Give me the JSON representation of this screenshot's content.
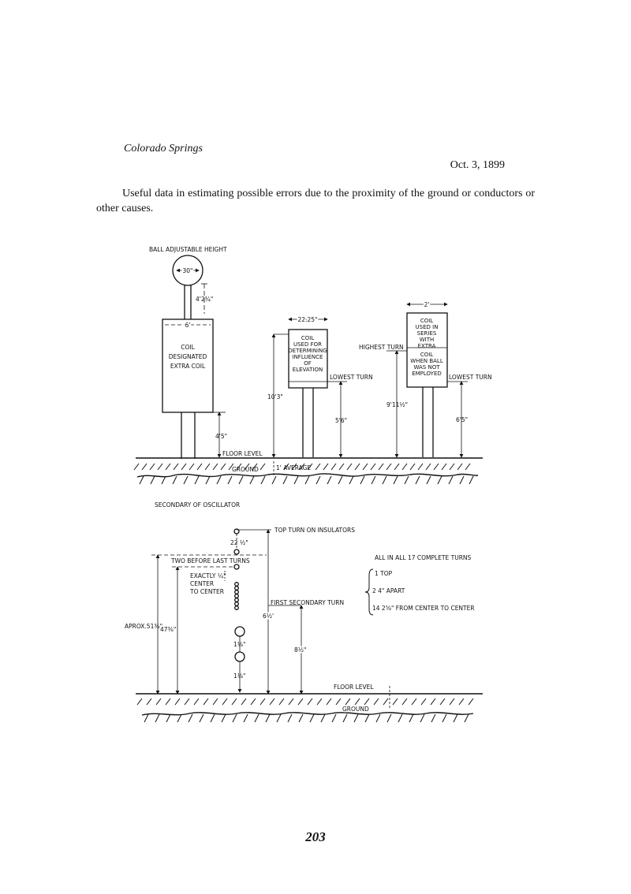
{
  "header": {
    "place": "Colorado Springs",
    "date": "Oct. 3, 1899"
  },
  "intro": "Useful data in estimating possible errors due to the proximity of the ground or conductors or other causes.",
  "figure_top": {
    "ball_adjustable_height": "BALL ADJUSTABLE HEIGHT",
    "ball_diameter": "30\"",
    "ball_gap": "4'2¾\"",
    "coil_width": "6'",
    "coil_left_lines": [
      "COIL",
      "DESIGNATED",
      "EXTRA COIL"
    ],
    "coil_left_leg_height": "4'5\"",
    "floor_level": "FLOOR LEVEL",
    "ground": "GROUND",
    "average": "1' AVERAGE",
    "total_height": "10'3\"",
    "coil_mid_width": "22.25\"",
    "coil_mid_lines": [
      "COIL",
      "USED FOR",
      "DETERMINING",
      "INFLUENCE",
      "OF",
      "ELEVATION"
    ],
    "lowest_turn_mid": "LOWEST TURN",
    "mid_height": "5'6\"",
    "highest_turn": "HIGHEST TURN",
    "coil_right_width": "2'",
    "coil_right_top_lines": [
      "COIL",
      "USED IN",
      "SERIES",
      "WITH",
      "EXTRA"
    ],
    "coil_right_bottom_lines": [
      "COIL",
      "WHEN BALL",
      "WAS NOT",
      "EMPLOYED"
    ],
    "lowest_turn_right": "LOWEST TURN",
    "right_highest_height": "9'11½\"",
    "right_lowest_height": "6'5\""
  },
  "figure_bottom": {
    "title": "SECONDARY OF OSCILLATOR",
    "top_turn": "TOP TURN ON INSULATORS",
    "gap_top": "22 ½\"",
    "two_before_last": "TWO BEFORE LAST TURNS",
    "exactly": "EXACTLY ¼\"",
    "center": "CENTER",
    "to_center": "TO CENTER",
    "first_secondary_turn": "FIRST SECONDARY TURN",
    "approx": "APROX.51⅜\"",
    "height_47": "47⅜\"",
    "height_6": "6½'",
    "gap_1": "1⅛\"",
    "gap_2": "1⅛\"",
    "height_8": "8½\"",
    "floor_level": "FLOOR LEVEL",
    "ground": "GROUND",
    "notes": [
      "ALL IN ALL 17 COMPLETE TURNS",
      "1  TOP",
      "2  4\" APART",
      "14  2⅝\" FROM CENTER TO CENTER"
    ]
  },
  "page_number": "203"
}
